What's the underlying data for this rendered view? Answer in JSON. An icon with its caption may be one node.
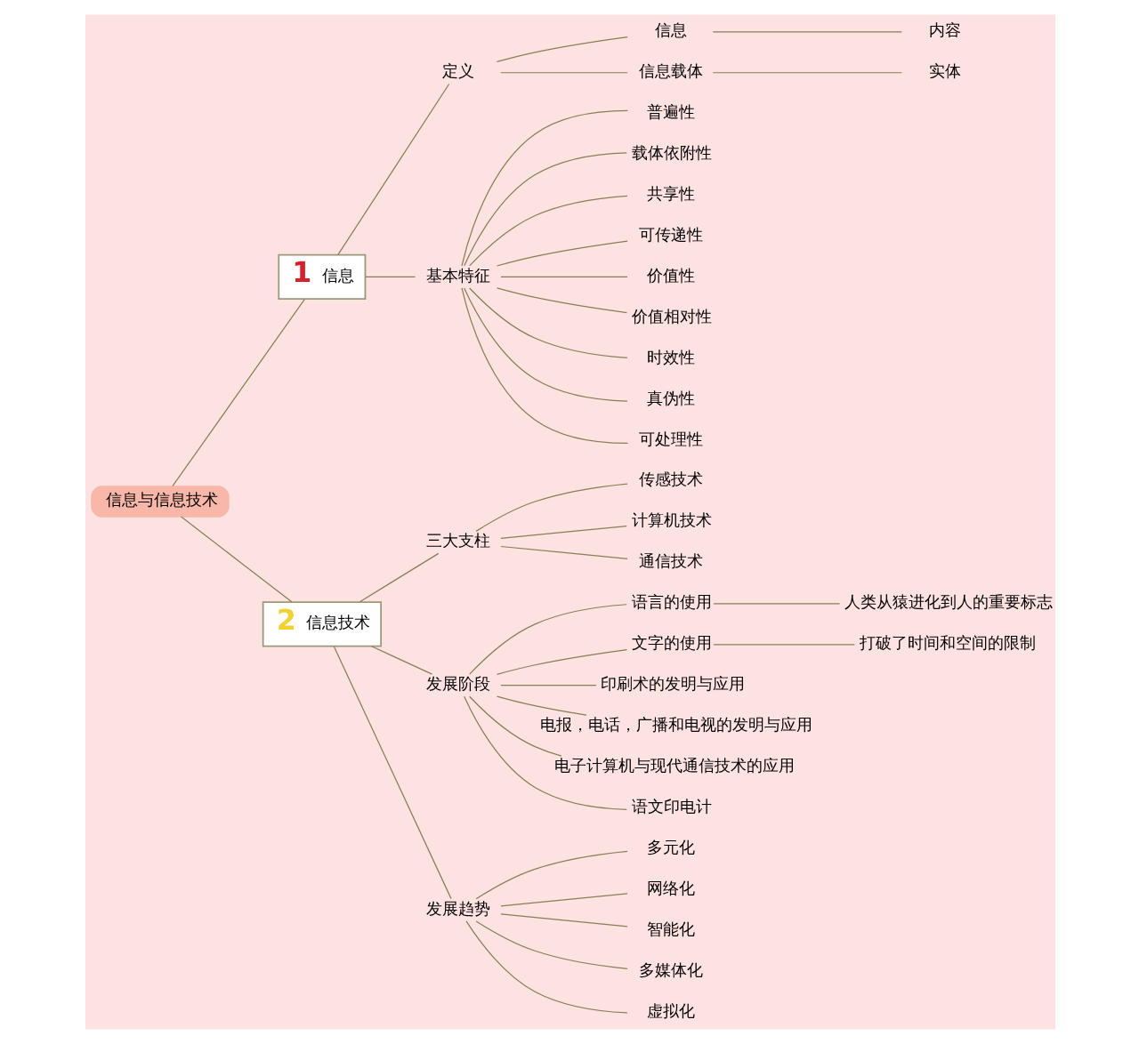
{
  "diagram": {
    "nodes": [
      {
        "text": [
          "信息与信息技术"
        ]
      },
      {
        "text": [
          "1",
          "信息"
        ]
      },
      {
        "text": [
          "定义"
        ]
      },
      {
        "text": [
          "信息"
        ]
      },
      {
        "text": [
          "内容"
        ]
      },
      {
        "text": [
          "信息载体"
        ]
      },
      {
        "text": [
          "实体"
        ]
      },
      {
        "text": [
          "基本特征"
        ]
      },
      {
        "text": [
          "普遍性"
        ]
      },
      {
        "text": [
          "载体依附性"
        ]
      },
      {
        "text": [
          "共享性"
        ]
      },
      {
        "text": [
          "可传递性"
        ]
      },
      {
        "text": [
          "价值性"
        ]
      },
      {
        "text": [
          "价值相对性"
        ]
      },
      {
        "text": [
          "时效性"
        ]
      },
      {
        "text": [
          "真伪性"
        ]
      },
      {
        "text": [
          "可处理性"
        ]
      },
      {
        "text": [
          "2",
          "信息技术"
        ]
      },
      {
        "text": [
          "三大支柱"
        ]
      },
      {
        "text": [
          "传感技术"
        ]
      },
      {
        "text": [
          "计算机技术"
        ]
      },
      {
        "text": [
          "通信技术"
        ]
      },
      {
        "text": [
          "发展阶段"
        ]
      },
      {
        "text": [
          "语言的使用"
        ]
      },
      {
        "text": [
          "人类从猿进化到人的重要标志"
        ]
      },
      {
        "text": [
          "文字的使用"
        ]
      },
      {
        "text": [
          "打破了时间和空间的限制"
        ]
      },
      {
        "text": [
          "印刷术的发明与应用"
        ]
      },
      {
        "text": [
          "电报，电话，广播和电视的发明与应用"
        ]
      },
      {
        "text": [
          "电子计算机与现代通信技术的应用"
        ]
      },
      {
        "text": [
          "语文印电计"
        ]
      },
      {
        "text": [
          "发展趋势"
        ]
      },
      {
        "text": [
          "多元化"
        ]
      },
      {
        "text": [
          "网络化"
        ]
      },
      {
        "text": [
          "智能化"
        ]
      },
      {
        "text": [
          "多媒体化"
        ]
      },
      {
        "text": [
          "虚拟化"
        ]
      }
    ],
    "edges": [
      {
        "from": 0,
        "to": 1,
        "arrow": "none"
      },
      {
        "from": 1,
        "to": 2,
        "arrow": "none"
      },
      {
        "from": 2,
        "to": 3,
        "arrow": "none"
      },
      {
        "from": 3,
        "to": 4,
        "arrow": "none"
      },
      {
        "from": 2,
        "to": 5,
        "arrow": "none"
      },
      {
        "from": 5,
        "to": 6,
        "arrow": "none"
      },
      {
        "from": 1,
        "to": 7,
        "arrow": "none"
      },
      {
        "from": 7,
        "to": 8,
        "arrow": "none"
      },
      {
        "from": 7,
        "to": 9,
        "arrow": "none"
      },
      {
        "from": 7,
        "to": 10,
        "arrow": "none"
      },
      {
        "from": 7,
        "to": 11,
        "arrow": "none"
      },
      {
        "from": 7,
        "to": 12,
        "arrow": "none"
      },
      {
        "from": 7,
        "to": 13,
        "arrow": "none"
      },
      {
        "from": 7,
        "to": 14,
        "arrow": "none"
      },
      {
        "from": 7,
        "to": 15,
        "arrow": "none"
      },
      {
        "from": 7,
        "to": 16,
        "arrow": "none"
      },
      {
        "from": 0,
        "to": 17,
        "arrow": "none"
      },
      {
        "from": 17,
        "to": 18,
        "arrow": "none"
      },
      {
        "from": 18,
        "to": 19,
        "arrow": "none"
      },
      {
        "from": 18,
        "to": 20,
        "arrow": "none"
      },
      {
        "from": 18,
        "to": 21,
        "arrow": "none"
      },
      {
        "from": 17,
        "to": 22,
        "arrow": "none"
      },
      {
        "from": 22,
        "to": 23,
        "arrow": "none"
      },
      {
        "from": 23,
        "to": 24,
        "arrow": "none"
      },
      {
        "from": 22,
        "to": 25,
        "arrow": "none"
      },
      {
        "from": 25,
        "to": 26,
        "arrow": "none"
      },
      {
        "from": 22,
        "to": 27,
        "arrow": "none"
      },
      {
        "from": 22,
        "to": 28,
        "arrow": "none"
      },
      {
        "from": 22,
        "to": 29,
        "arrow": "none"
      },
      {
        "from": 22,
        "to": 30,
        "arrow": "none"
      },
      {
        "from": 17,
        "to": 31,
        "arrow": "none"
      },
      {
        "from": 31,
        "to": 32,
        "arrow": "none"
      },
      {
        "from": 31,
        "to": 33,
        "arrow": "none"
      },
      {
        "from": 31,
        "to": 34,
        "arrow": "none"
      },
      {
        "from": 31,
        "to": 35,
        "arrow": "none"
      },
      {
        "from": 31,
        "to": 36,
        "arrow": "none"
      }
    ]
  }
}
